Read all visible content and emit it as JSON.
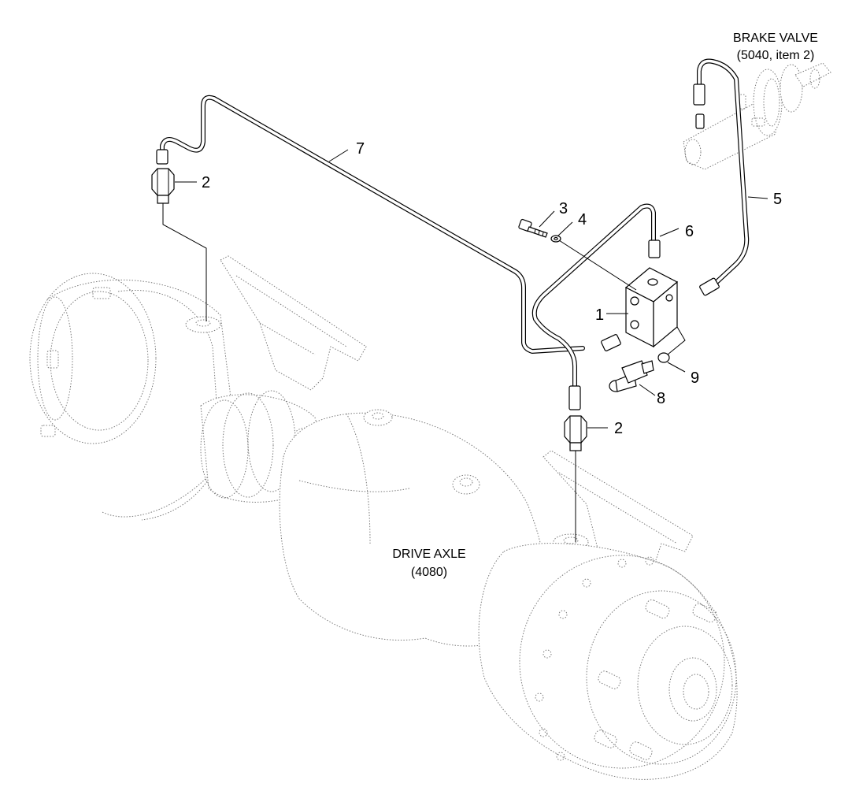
{
  "labels": {
    "brake_valve_title": "BRAKE VALVE",
    "brake_valve_ref": "(5040, item 2)",
    "drive_axle_title": "DRIVE AXLE",
    "drive_axle_ref": "(4080)"
  },
  "callouts": {
    "part_1": "1",
    "part_2_left": "2",
    "part_2_center": "2",
    "part_3": "3",
    "part_4": "4",
    "part_5": "5",
    "part_6": "6",
    "part_7": "7",
    "part_8": "8",
    "part_9": "9"
  }
}
